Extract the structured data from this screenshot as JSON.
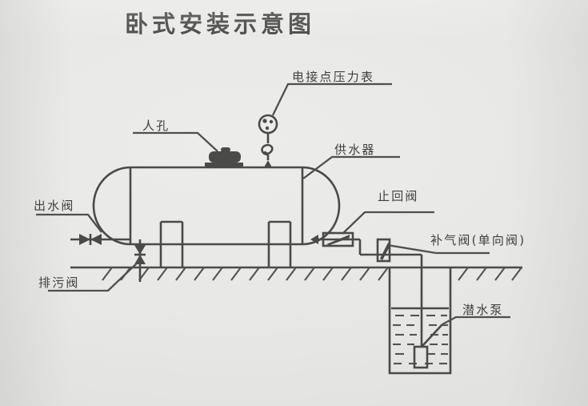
{
  "page": {
    "title": "卧式安装示意图",
    "background_color": "#e8e8e6",
    "ink_color": "#4a4a48"
  },
  "labels": {
    "pressure_gauge": "电接点压力表",
    "manhole": "人孔",
    "water_supply_unit": "供水器",
    "outlet_valve": "出水阀",
    "drain_valve": "排污阀",
    "check_valve": "止回阀",
    "air_make_up_valve": "补气阀(单向阀)",
    "submersible_pump": "潜水泵"
  },
  "components": [
    {
      "id": "pressure-gauge",
      "label": "电接点压力表",
      "type": "gauge"
    },
    {
      "id": "manhole",
      "label": "人孔",
      "type": "hatch"
    },
    {
      "id": "water-supply-unit",
      "label": "供水器",
      "type": "vessel"
    },
    {
      "id": "outlet-valve",
      "label": "出水阀",
      "type": "gate-valve"
    },
    {
      "id": "drain-valve",
      "label": "排污阀",
      "type": "gate-valve"
    },
    {
      "id": "check-valve",
      "label": "止回阀",
      "type": "check-valve"
    },
    {
      "id": "air-make-up-valve",
      "label": "补气阀(单向阀)",
      "type": "one-way-valve"
    },
    {
      "id": "submersible-pump",
      "label": "潜水泵",
      "type": "pump"
    }
  ]
}
